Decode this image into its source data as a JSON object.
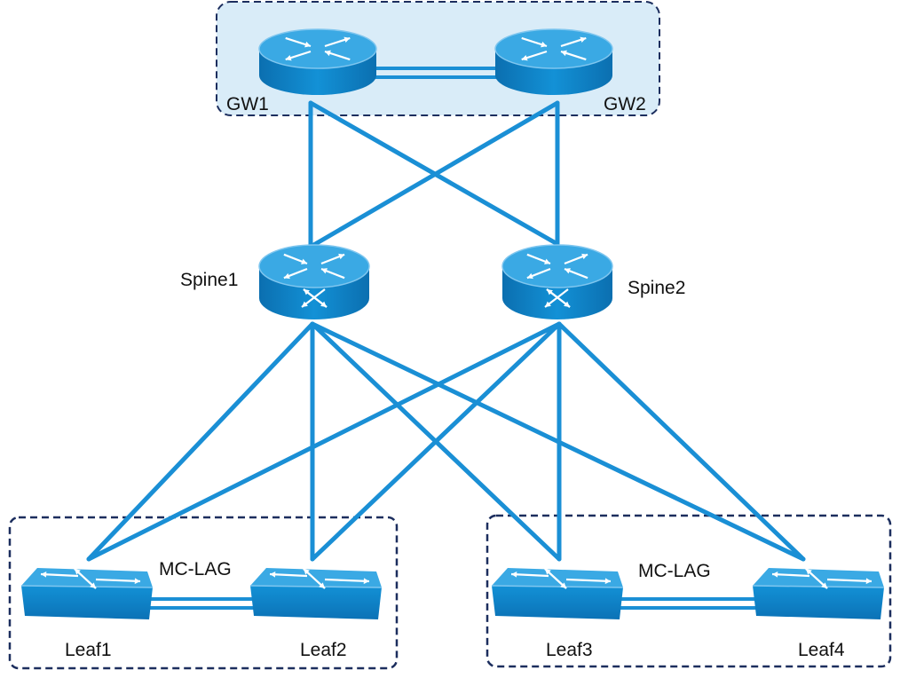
{
  "diagram": {
    "colors": {
      "link": "#1a8fd5",
      "device_dark": "#0a73b8",
      "device_body": "#0e8ad0",
      "device_top": "#3aa9e4",
      "gateway_group_fill": "#d9ecf8",
      "group_border": "#1c2e5e"
    },
    "groups": [
      {
        "id": "gateway-group",
        "style": "dashed-filled"
      },
      {
        "id": "leaf-group-1",
        "style": "dashed",
        "label": "MC-LAG"
      },
      {
        "id": "leaf-group-2",
        "style": "dashed",
        "label": "MC-LAG"
      }
    ],
    "nodes": [
      {
        "id": "gw1",
        "label": "GW1",
        "kind": "router",
        "icon": "router-icon"
      },
      {
        "id": "gw2",
        "label": "GW2",
        "kind": "router",
        "icon": "router-icon"
      },
      {
        "id": "spine1",
        "label": "Spine1",
        "kind": "core-router",
        "icon": "core-router-icon"
      },
      {
        "id": "spine2",
        "label": "Spine2",
        "kind": "core-router",
        "icon": "core-router-icon"
      },
      {
        "id": "leaf1",
        "label": "Leaf1",
        "kind": "switch",
        "icon": "switch-icon"
      },
      {
        "id": "leaf2",
        "label": "Leaf2",
        "kind": "switch",
        "icon": "switch-icon"
      },
      {
        "id": "leaf3",
        "label": "Leaf3",
        "kind": "switch",
        "icon": "switch-icon"
      },
      {
        "id": "leaf4",
        "label": "Leaf4",
        "kind": "switch",
        "icon": "switch-icon"
      }
    ],
    "links": [
      {
        "from": "gw1",
        "to": "gw2",
        "type": "double"
      },
      {
        "from": "gw1",
        "to": "spine1",
        "type": "single"
      },
      {
        "from": "gw1",
        "to": "spine2",
        "type": "single"
      },
      {
        "from": "gw2",
        "to": "spine1",
        "type": "single"
      },
      {
        "from": "gw2",
        "to": "spine2",
        "type": "single"
      },
      {
        "from": "spine1",
        "to": "leaf1",
        "type": "single"
      },
      {
        "from": "spine1",
        "to": "leaf2",
        "type": "single"
      },
      {
        "from": "spine1",
        "to": "leaf3",
        "type": "single"
      },
      {
        "from": "spine1",
        "to": "leaf4",
        "type": "single"
      },
      {
        "from": "spine2",
        "to": "leaf1",
        "type": "single"
      },
      {
        "from": "spine2",
        "to": "leaf2",
        "type": "single"
      },
      {
        "from": "spine2",
        "to": "leaf3",
        "type": "single"
      },
      {
        "from": "spine2",
        "to": "leaf4",
        "type": "single"
      },
      {
        "from": "leaf1",
        "to": "leaf2",
        "type": "double"
      },
      {
        "from": "leaf3",
        "to": "leaf4",
        "type": "double"
      }
    ]
  }
}
